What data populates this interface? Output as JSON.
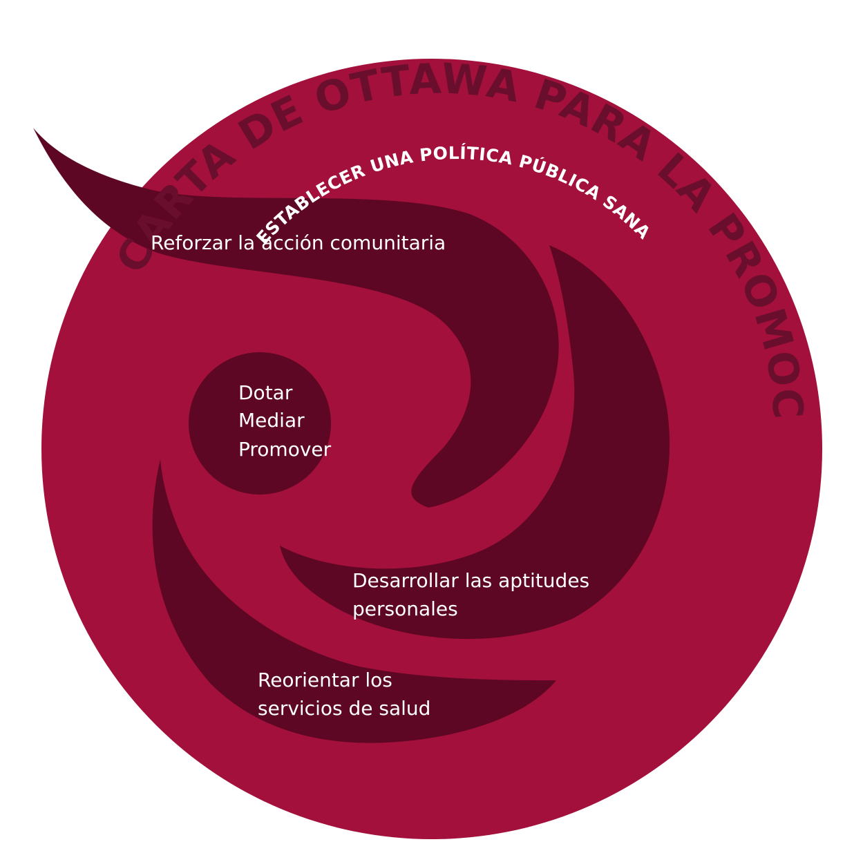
{
  "colors": {
    "circle": "#A2103B",
    "swirl": "#5E0724",
    "title_text": "#6A0E2E",
    "label_text": "#FFFFFF"
  },
  "title": "CARTA DE OTTAWA PARA LA PROMOCIÓN DE LA SALUD",
  "outer_action": "ESTABLECER UNA POLÍTICA PÚBLICA SANA",
  "areas": {
    "community": "Reforzar la acción comunitaria",
    "skills_line1": "Desarrollar las aptitudes",
    "skills_line2": "personales",
    "services_line1": "Reorientar los",
    "services_line2": "servicios de salud"
  },
  "center": {
    "line1": "Dotar",
    "line2": "Mediar",
    "line3": "Promover"
  }
}
